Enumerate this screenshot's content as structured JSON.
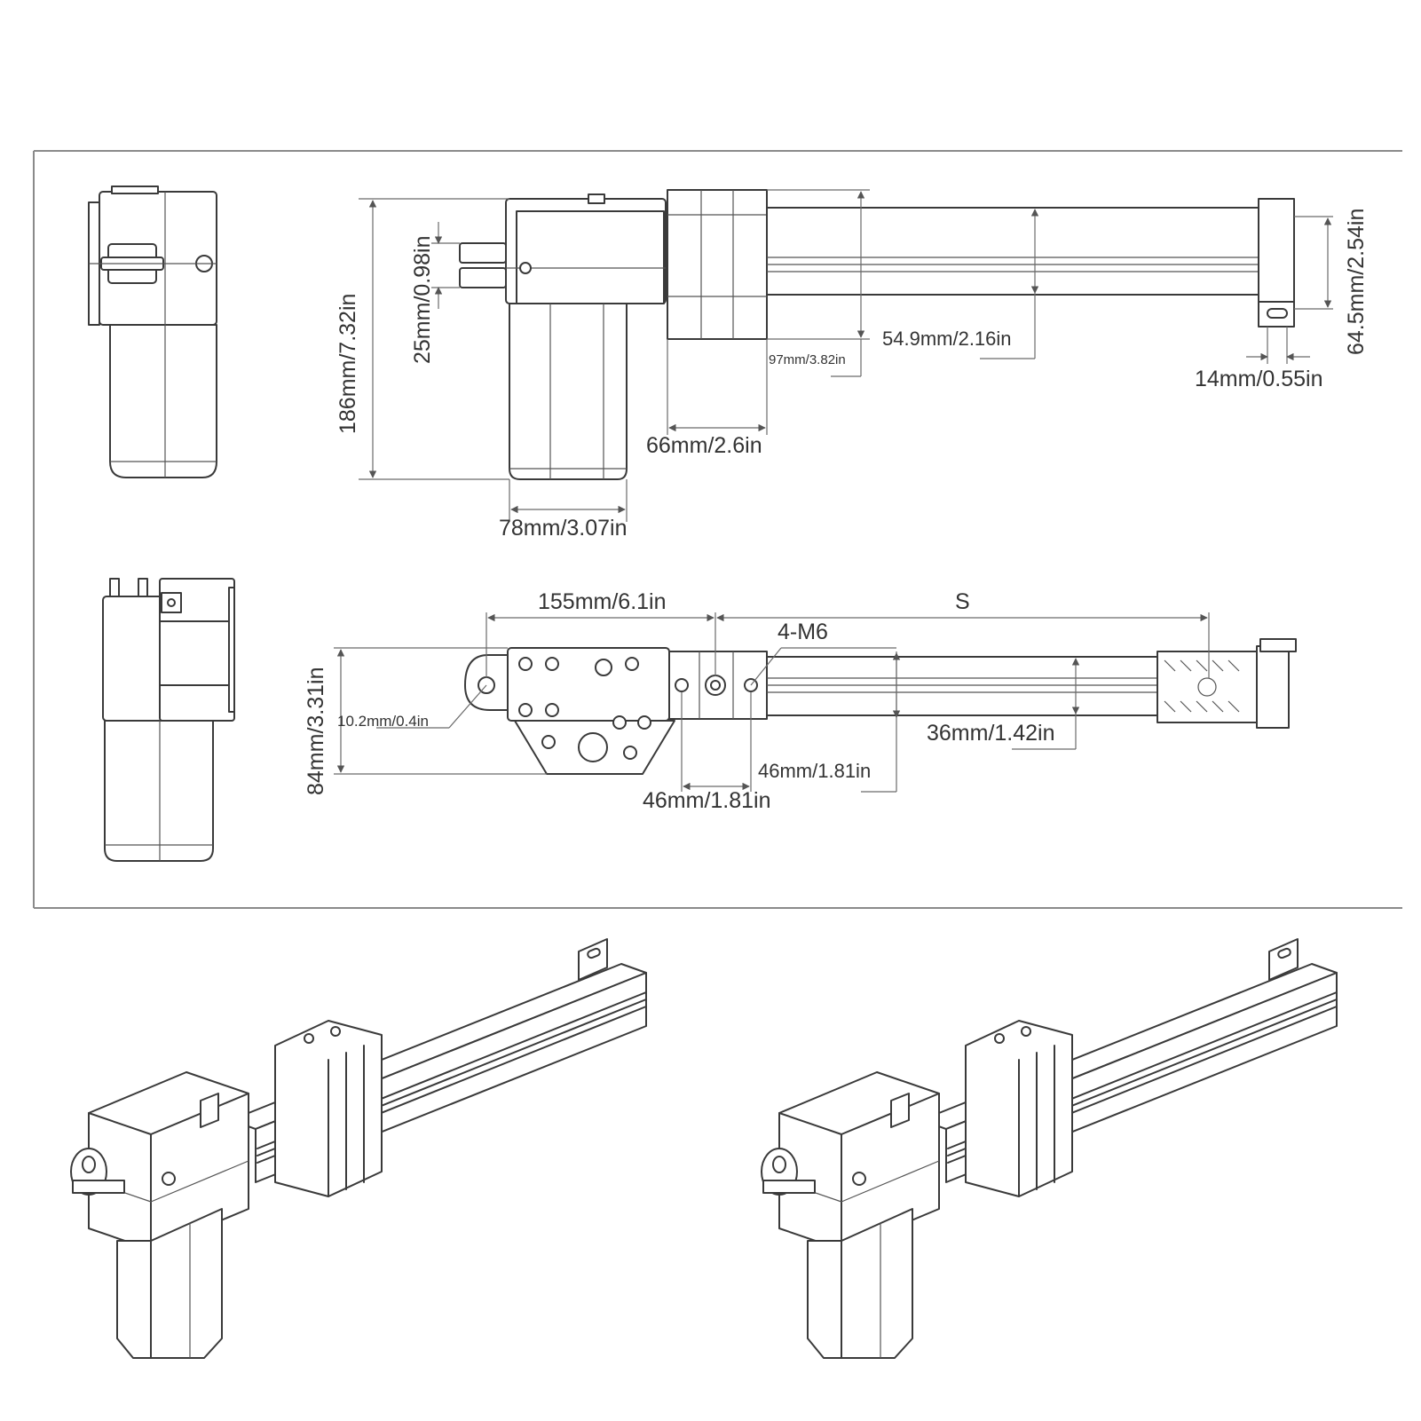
{
  "dimensions": {
    "height_total": "186mm/7.32in",
    "shaft_width": "25mm/0.98in",
    "rail_height": "54.9mm/2.16in",
    "gear_offset": "97mm/3.82in",
    "clamp_width": "66mm/2.6in",
    "motor_width": "78mm/3.07in",
    "bracket_height": "64.5mm/2.54in",
    "bracket_slot": "14mm/0.55in",
    "mount_offset": "155mm/6.1in",
    "stroke": "S",
    "thread": "4-M6",
    "base_height": "84mm/3.31in",
    "eye_diameter": "10.2mm/0.4in",
    "rail_profile": "36mm/1.42in",
    "hole_pitch_vertical": "46mm/1.81in",
    "hole_pitch_horizontal": "46mm/1.81in"
  },
  "colors": {
    "line": "#3a3a3a",
    "dimension": "#6a6a6a",
    "frame": "#8a8a8a"
  }
}
